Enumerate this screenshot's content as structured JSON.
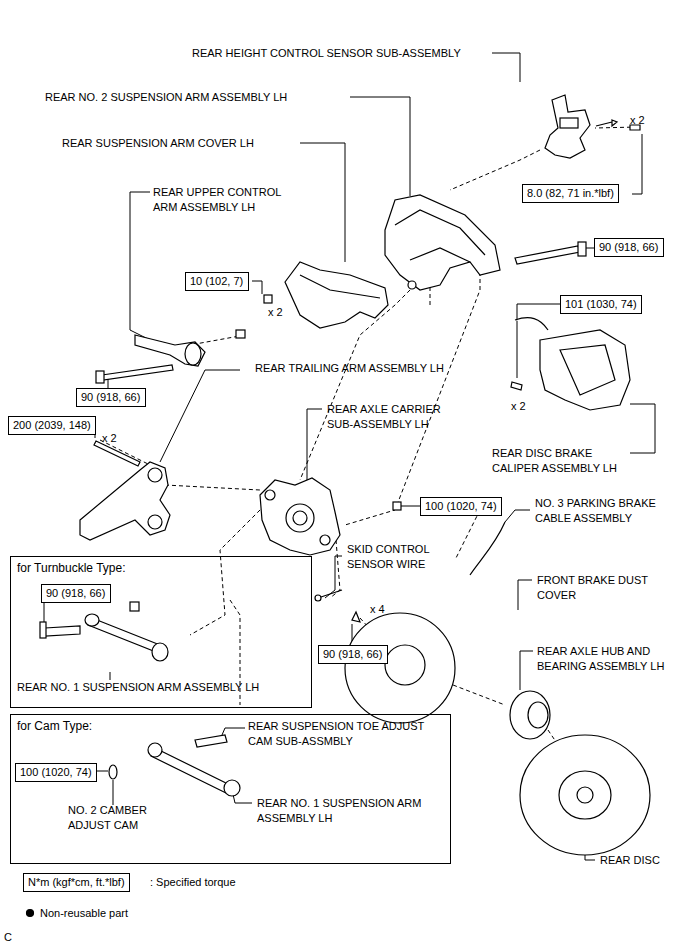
{
  "diagram": {
    "nodes": [
      {
        "text": [
          "8.0 (82, 71 in.*lbf)"
        ]
      },
      {
        "text": [
          "90 (918, 66)"
        ]
      },
      {
        "text": [
          "10 (102, 7)"
        ]
      },
      {
        "text": [
          "101 (1030, 74)"
        ]
      },
      {
        "text": [
          "90 (918, 66)"
        ]
      },
      {
        "text": [
          "200 (2039, 148)"
        ]
      },
      {
        "text": [
          "100 (1020, 74)"
        ]
      },
      {
        "text": [
          "for Turnbuckle Type:"
        ]
      },
      {
        "text": [
          "90 (918, 66)"
        ],
        "in": 7
      },
      {
        "text": [
          "90 (918, 66)"
        ]
      },
      {
        "text": [
          "for Cam Type:"
        ]
      },
      {
        "text": [
          "100 (1020, 74)"
        ],
        "in": 10
      },
      {
        "text": [
          "N*m (kgf*cm, ft.*lbf)"
        ]
      }
    ],
    "labels": [
      "REAR HEIGHT CONTROL SENSOR SUB-ASSEMBLY",
      "REAR NO. 2 SUSPENSION ARM ASSEMBLY LH",
      "x 2",
      "REAR SUSPENSION ARM COVER LH",
      "REAR UPPER CONTROL ARM ASSEMBLY LH",
      "x 2",
      "REAR TRAILING ARM ASSEMBLY LH",
      "x 2",
      "REAR AXLE CARRIER SUB-ASSEMBLY LH",
      "x 2",
      "REAR DISC BRAKE CALIPER ASSEMBLY LH",
      "NO. 3 PARKING BRAKE CABLE ASSEMBLY",
      "SKID CONTROL SENSOR WIRE",
      "FRONT BRAKE DUST COVER",
      "x 4",
      "REAR AXLE HUB AND BEARING ASSEMBLY LH",
      "REAR NO. 1 SUSPENSION ARM ASSEMBLY LH",
      "REAR SUSPENSION TOE ADJUST CAM SUB-ASSMBLY",
      "NO. 2 CAMBER ADJUST CAM",
      "REAR NO. 1 SUSPENSION ARM ASSEMBLY LH",
      "REAR DISC",
      "C"
    ],
    "legend": [
      {
        "text": ": Specified torque"
      },
      {
        "text": "Non-reusable part"
      }
    ]
  }
}
